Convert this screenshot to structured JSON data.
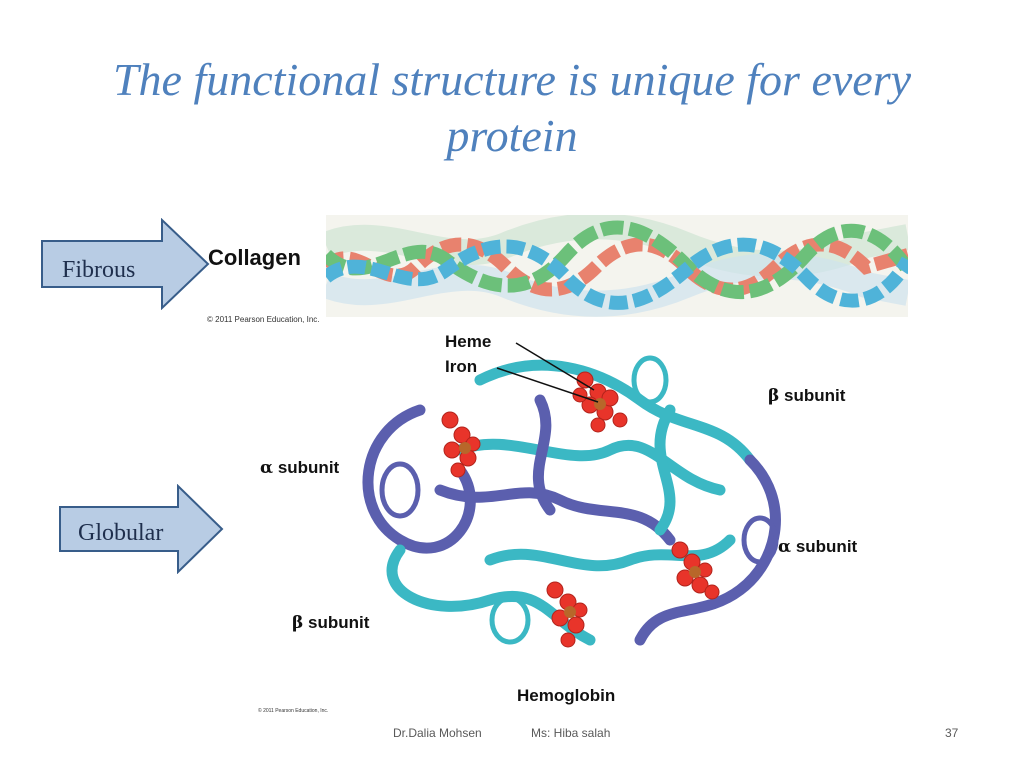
{
  "slide": {
    "title_line1": "The functional structure is unique for every",
    "title_line2": "protein",
    "page_number": "37"
  },
  "arrows": {
    "fibrous": "Fibrous",
    "globular": "Globular"
  },
  "collagen": {
    "label": "Collagen",
    "copyright": "© 2011 Pearson Education, Inc."
  },
  "hemoglobin": {
    "label": "Hemoglobin",
    "heme": "Heme",
    "iron": "Iron",
    "greek_alpha": "α",
    "greek_beta": "β",
    "subunit": "subunit",
    "copyright": "© 2011 Pearson Education, Inc."
  },
  "footer": {
    "author1": "Dr.Dalia Mohsen",
    "author2": "Ms: Hiba salah"
  },
  "colors": {
    "title": "#4f81bd",
    "arrow_fill": "#b8cce4",
    "arrow_stroke": "#385d8a",
    "helix_red": "#e8826e",
    "helix_green": "#6cc07a",
    "helix_blue": "#4fb3d9",
    "hemo_cyan": "#3bb8c4",
    "hemo_purple": "#5b5fae",
    "heme_red": "#e8342a"
  }
}
